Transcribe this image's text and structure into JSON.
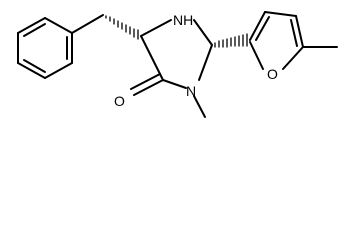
{
  "molecule": {
    "atoms": {
      "amine_n": "NH",
      "ring_amide_n": "N",
      "carbonyl_o": "O",
      "furan_o": "O"
    }
  }
}
